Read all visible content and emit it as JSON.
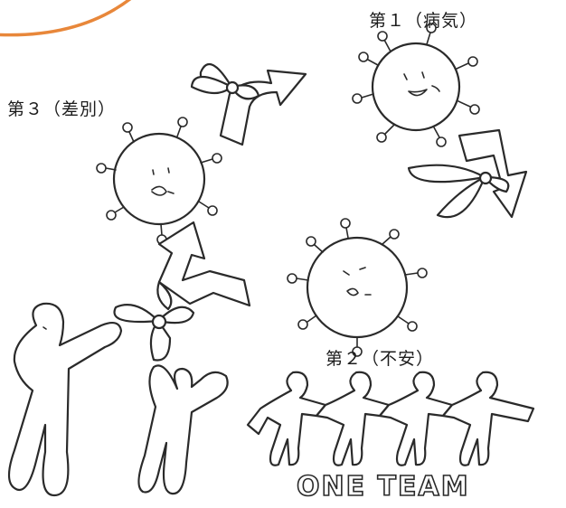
{
  "labels": {
    "first": "第１（病気）",
    "second": "第２（不安）",
    "third": "第３（差別）",
    "team": "ONE TEAM"
  },
  "colors": {
    "accent_arc": "#e8873a",
    "ink": "#2a2a2a",
    "background": "#ffffff"
  },
  "icons": [
    "virus-illness-icon",
    "virus-anxiety-icon",
    "virus-discrimination-icon",
    "ribbon-arrow-icon",
    "people-chain-icon"
  ]
}
